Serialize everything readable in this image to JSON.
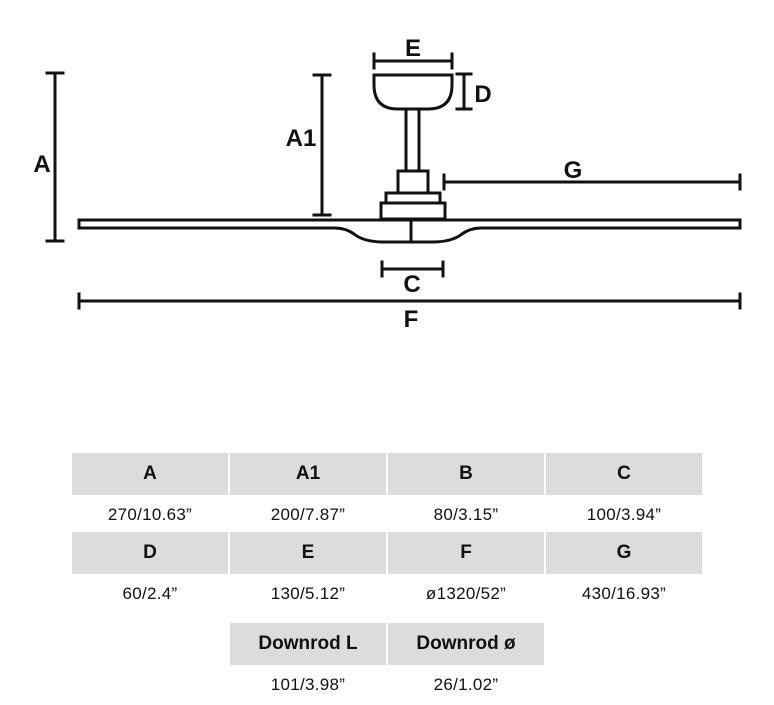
{
  "diagram": {
    "labels": {
      "a": "A",
      "a1": "A1",
      "c": "C",
      "d": "D",
      "e": "E",
      "f": "F",
      "g": "G"
    }
  },
  "table": {
    "row1": [
      {
        "key": "A",
        "value": "270/10.63”"
      },
      {
        "key": "A1",
        "value": "200/7.87”"
      },
      {
        "key": "B",
        "value": "80/3.15”"
      },
      {
        "key": "C",
        "value": "100/3.94”"
      }
    ],
    "row2": [
      {
        "key": "D",
        "value": "60/2.4”"
      },
      {
        "key": "E",
        "value": "130/5.12”"
      },
      {
        "key": "F",
        "value": "ø1320/52”"
      },
      {
        "key": "G",
        "value": "430/16.93”"
      }
    ],
    "row3": [
      {
        "key": "Downrod L",
        "value": "101/3.98”"
      },
      {
        "key": "Downrod ø",
        "value": "26/1.02”"
      }
    ]
  }
}
